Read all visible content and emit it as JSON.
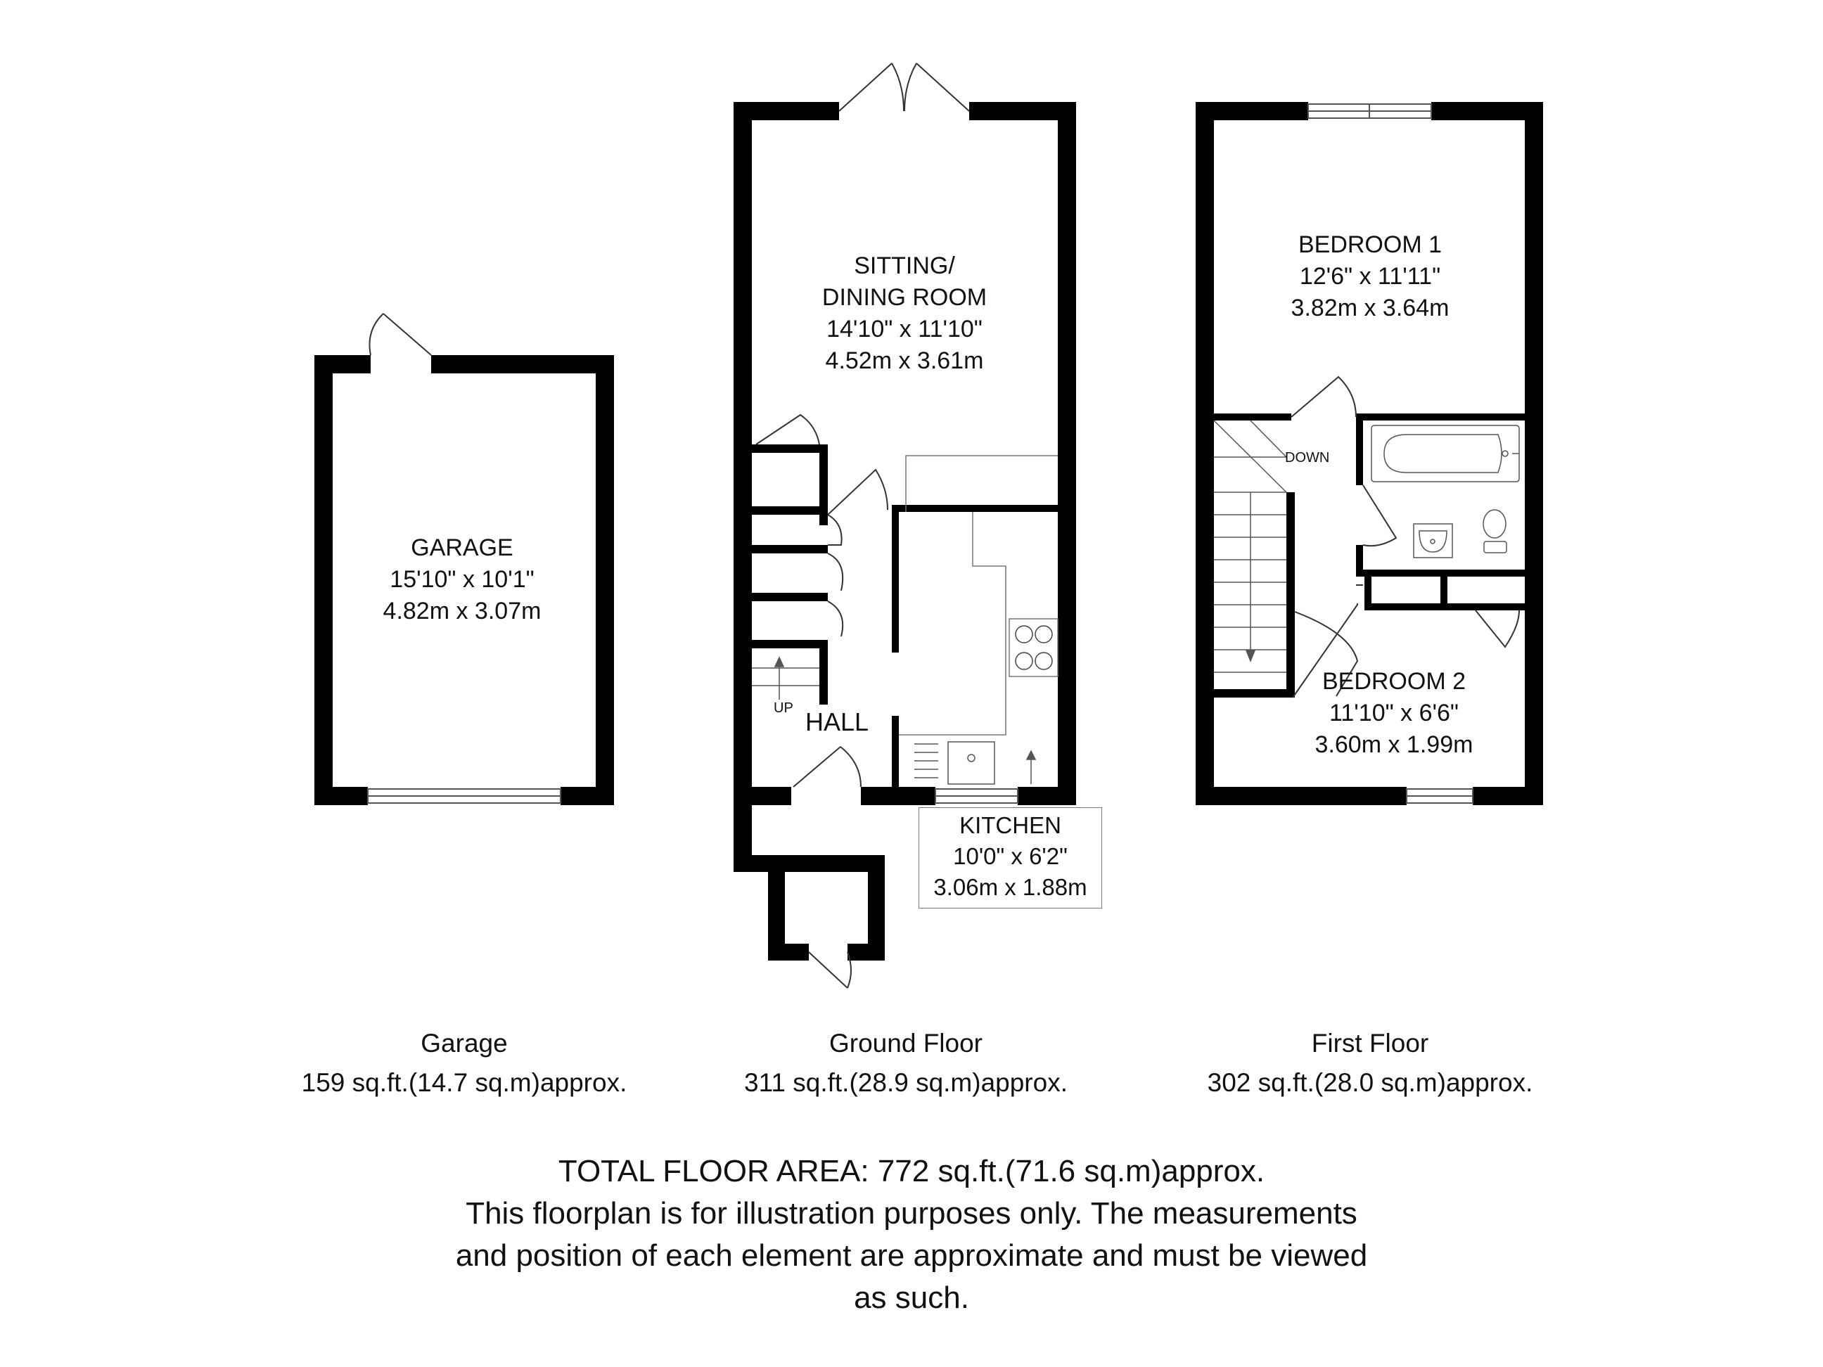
{
  "garage": {
    "name": "GARAGE",
    "dim_imperial": "15'10\" x 10'1\"",
    "dim_metric": "4.82m x 3.07m"
  },
  "ground_floor": {
    "sitting": {
      "name_line1": "SITTING/",
      "name_line2": "DINING ROOM",
      "dim_imperial": "14'10\" x 11'10\"",
      "dim_metric": "4.52m x 3.61m"
    },
    "hall": {
      "name": "HALL",
      "stairs_label": "UP"
    },
    "kitchen": {
      "name": "KITCHEN",
      "dim_imperial": "10'0\" x 6'2\"",
      "dim_metric": "3.06m x 1.88m"
    }
  },
  "first_floor": {
    "bedroom1": {
      "name": "BEDROOM 1",
      "dim_imperial": "12'6\" x 11'11\"",
      "dim_metric": "3.82m x 3.64m"
    },
    "bedroom2": {
      "name": "BEDROOM 2",
      "dim_imperial": "11'10\" x 6'6\"",
      "dim_metric": "3.60m x 1.99m"
    },
    "stairs_label": "DOWN"
  },
  "captions": {
    "garage": {
      "title": "Garage",
      "area": "159 sq.ft.(14.7 sq.m)approx."
    },
    "ground": {
      "title": "Ground Floor",
      "area": "311 sq.ft.(28.9 sq.m)approx."
    },
    "first": {
      "title": "First Floor",
      "area": "302 sq.ft.(28.0 sq.m)approx."
    }
  },
  "footer": {
    "total": "TOTAL FLOOR AREA: 772 sq.ft.(71.6 sq.m)approx.",
    "line1": "This floorplan is for illustration purposes only. The measurements",
    "line2": "and position of each element are approximate and must be viewed",
    "line3": "as such."
  }
}
